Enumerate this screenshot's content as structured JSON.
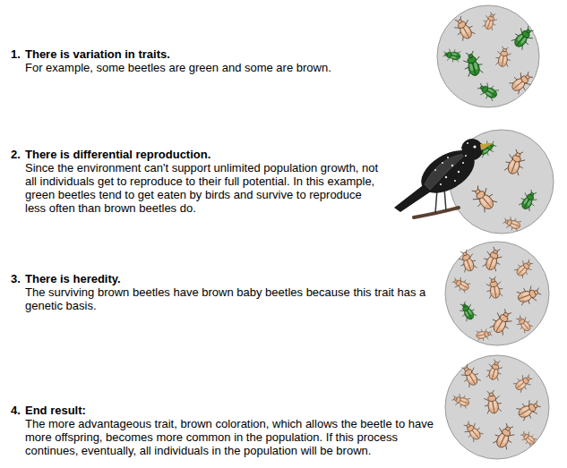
{
  "diagram": {
    "labels": [
      "1.",
      "There is variation in traits.",
      "For example, some beetles are green and some are brown.",
      "2.",
      "There is differential reproduction.",
      "Since the environment can't support unlimited population growth, not all individuals get to reproduce to their full potential. In this example, green beetles tend to get eaten by birds and survive to reproduce less often than brown beetles do.",
      "3.",
      "There is heredity.",
      "The surviving brown beetles have brown baby beetles because this trait has a genetic basis.",
      "4.",
      "End result:",
      "The more advantageous trait, brown coloration, which allows the beetle to have more offspring, becomes more common in the population. If this process continues, eventually, all individuals in the population will be brown."
    ]
  }
}
